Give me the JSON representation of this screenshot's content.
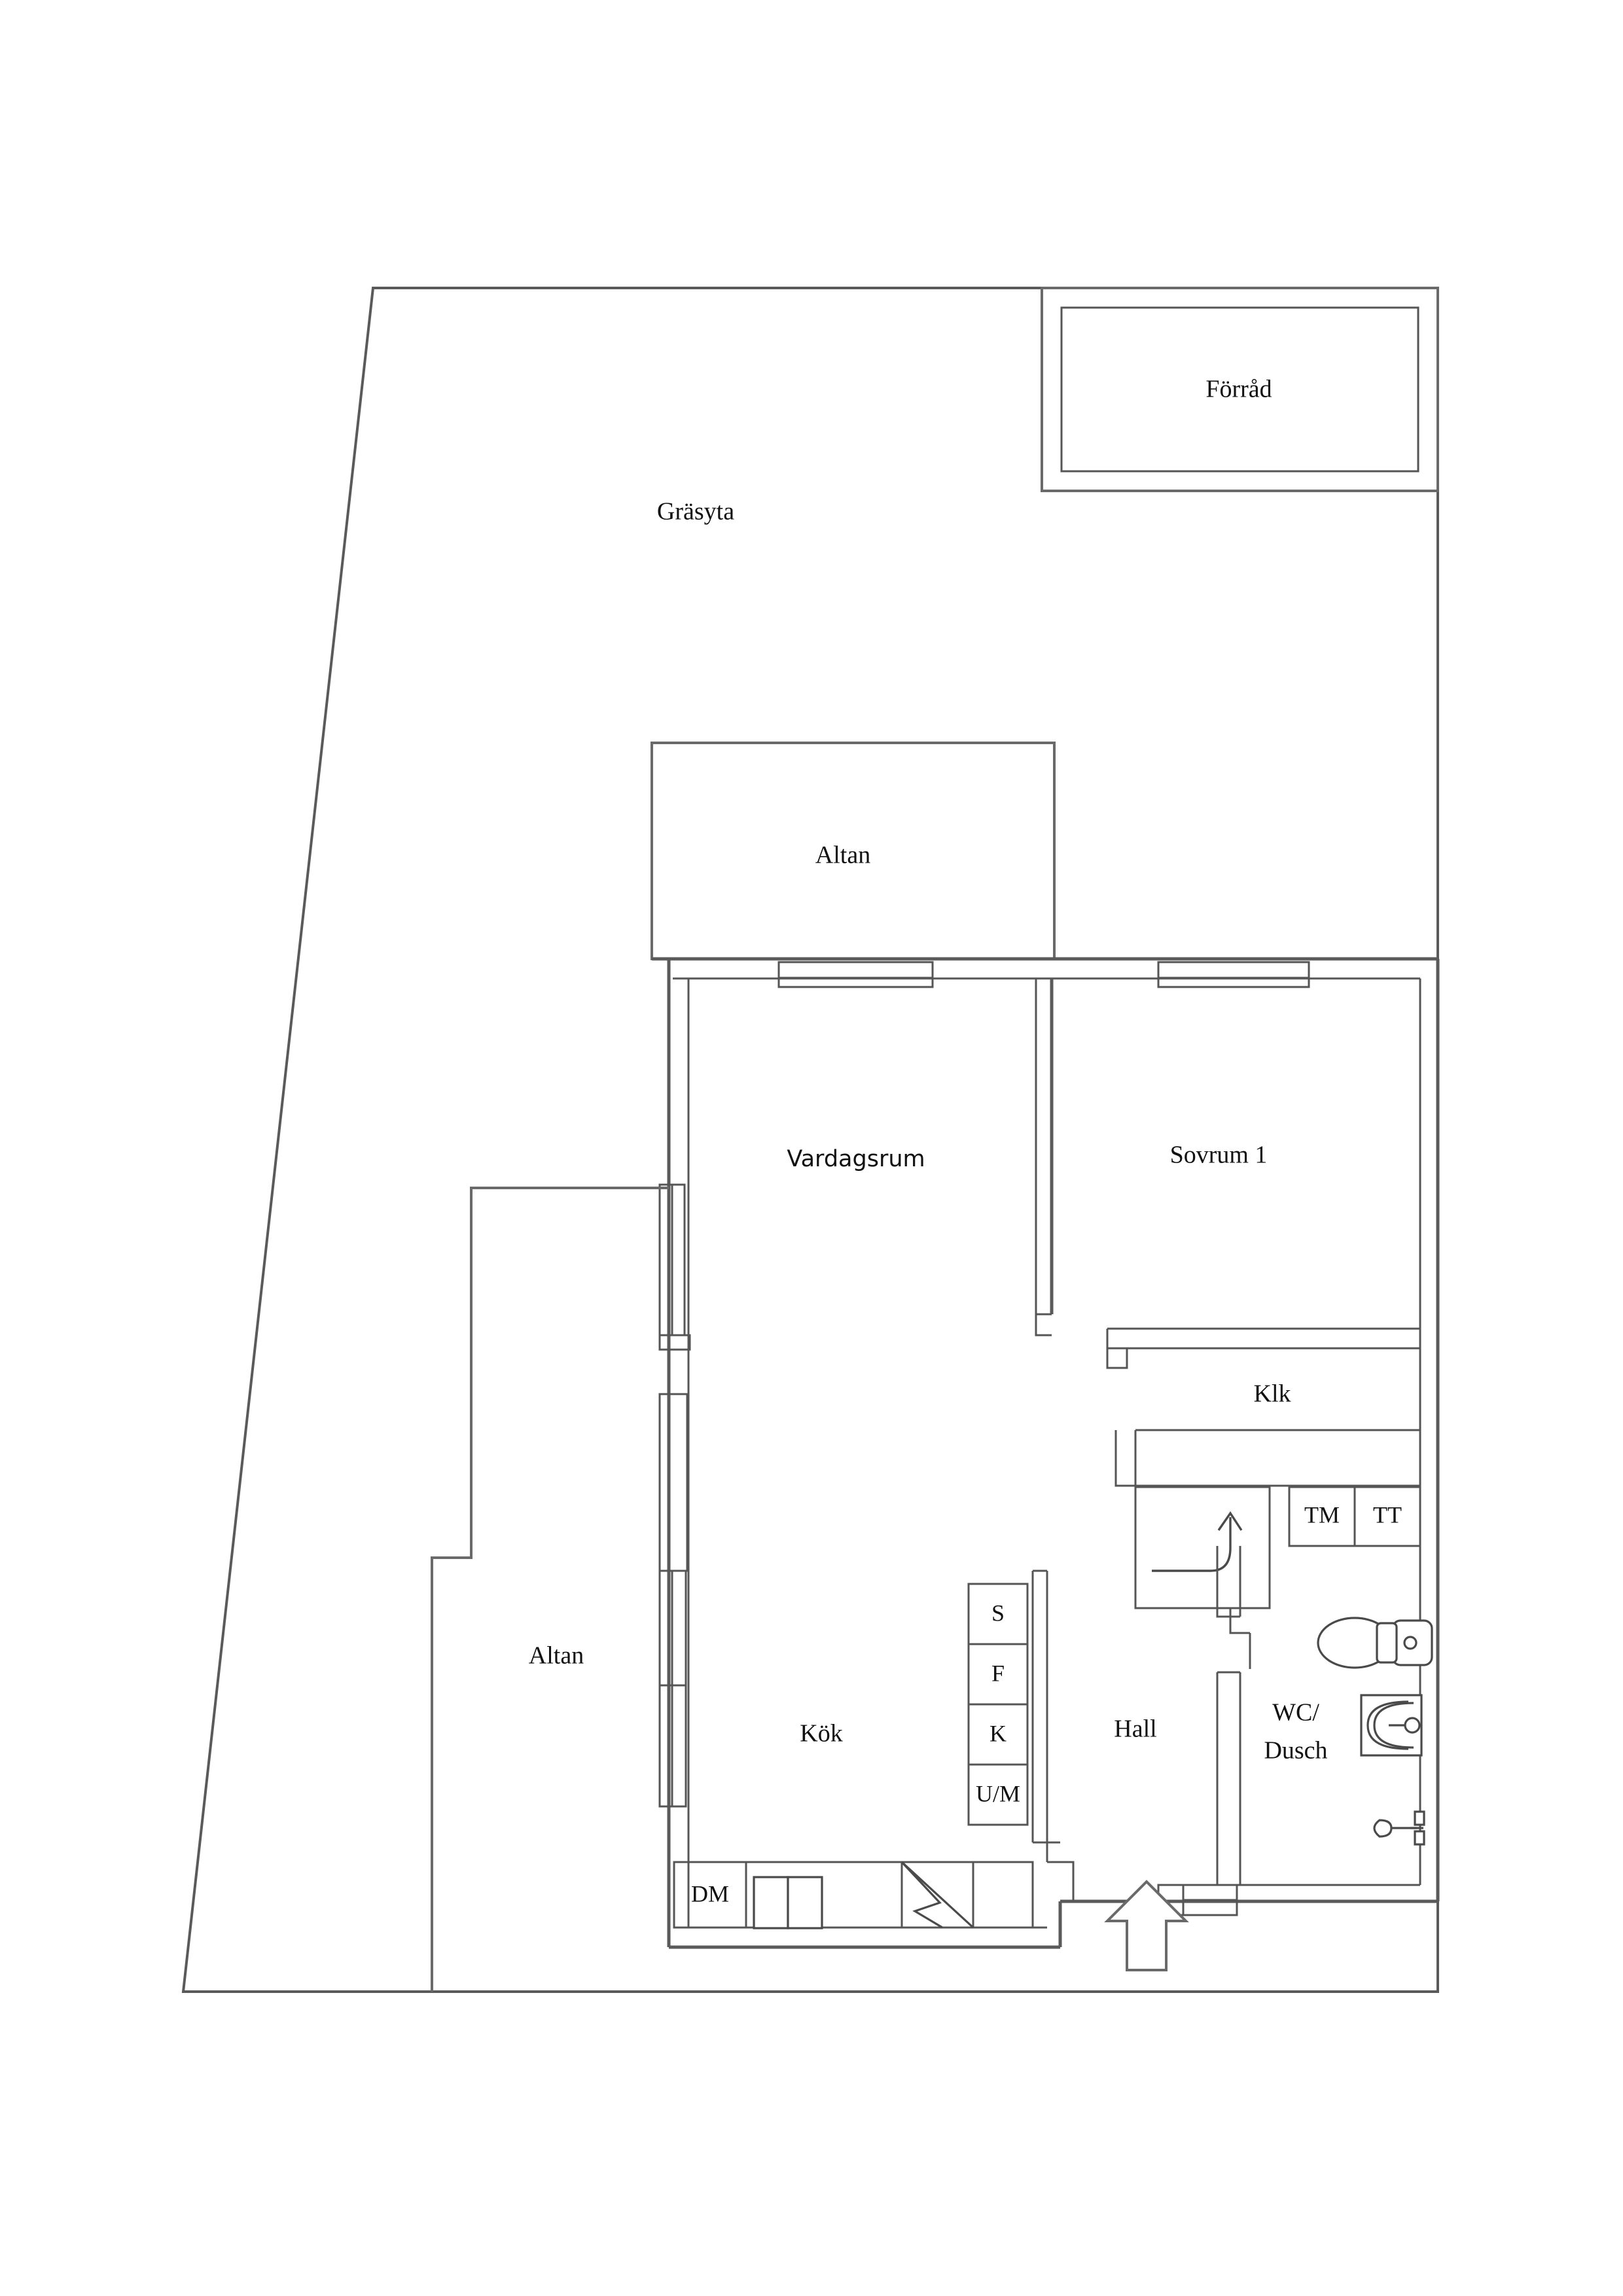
{
  "document": {
    "type": "floor-plan",
    "language": "sv",
    "background_color": "#ffffff",
    "line_color": "#5a5a5a",
    "text_color": "#111111"
  },
  "outdoor": {
    "lawn_label": "Gräsyta",
    "storage_label": "Förråd",
    "deck_north_label": "Altan",
    "deck_west_label": "Altan"
  },
  "rooms": [
    {
      "key": "vardagsrum",
      "label": "Vardagsrum"
    },
    {
      "key": "sovrum1",
      "label": "Sovrum 1"
    },
    {
      "key": "klk",
      "label": "Klk"
    },
    {
      "key": "kok",
      "label": "Kök"
    },
    {
      "key": "hall",
      "label": "Hall"
    },
    {
      "key": "wc_dusch_1",
      "label": "WC/"
    },
    {
      "key": "wc_dusch_2",
      "label": "Dusch"
    }
  ],
  "appliances": {
    "tm_label": "TM",
    "tt_label": "TT",
    "dm_label": "DM",
    "cabinet_column": [
      {
        "key": "s",
        "label": "S"
      },
      {
        "key": "f",
        "label": "F"
      },
      {
        "key": "k",
        "label": "K"
      },
      {
        "key": "um",
        "label": "U/M"
      }
    ]
  },
  "icons": {
    "toilet": "toilet-icon",
    "sink": "sink-icon",
    "shower_mixer": "shower-mixer-icon",
    "kitchen_sink": "kitchen-sink-icon",
    "stove": "stove-icon",
    "stair_arrow": "stair-arrow-icon",
    "entrance_arrow": "entrance-arrow-icon"
  }
}
